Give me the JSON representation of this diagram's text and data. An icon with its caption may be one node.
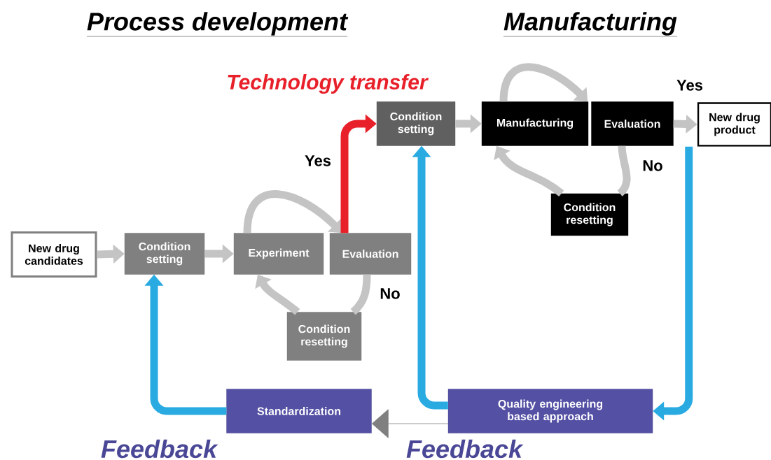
{
  "diagram": {
    "nodes": [
      {
        "text": [
          "New drug candidates"
        ]
      },
      {
        "text": [
          "Condition setting"
        ]
      },
      {
        "text": [
          "Experiment"
        ]
      },
      {
        "text": [
          "Evaluation"
        ]
      },
      {
        "text": [
          "Condition resetting"
        ]
      },
      {
        "text": [
          "Condition setting"
        ]
      },
      {
        "text": [
          "Manufacturing"
        ]
      },
      {
        "text": [
          "Evaluation"
        ]
      },
      {
        "text": [
          "New drug product"
        ]
      },
      {
        "text": [
          "Condition resetting"
        ]
      },
      {
        "text": [
          "Standardization"
        ]
      },
      {
        "text": [
          "Quality engineering based approach"
        ]
      }
    ],
    "edges": [
      {
        "from": 0,
        "to": 1,
        "arrow": "to"
      },
      {
        "from": 1,
        "to": 2,
        "arrow": "to"
      },
      {
        "from": 2,
        "to": 3,
        "arrow": "to"
      },
      {
        "from": 3,
        "to": 4,
        "arrow": "none",
        "label": "No"
      },
      {
        "from": 4,
        "to": 2,
        "arrow": "to"
      },
      {
        "from": 3,
        "to": 5,
        "arrow": "to",
        "label": "Yes",
        "color": "#e8202a"
      },
      {
        "from": 5,
        "to": 6,
        "arrow": "to"
      },
      {
        "from": 6,
        "to": 7,
        "arrow": "to"
      },
      {
        "from": 7,
        "to": 9,
        "arrow": "none",
        "label": "No"
      },
      {
        "from": 9,
        "to": 6,
        "arrow": "to"
      },
      {
        "from": 7,
        "to": 8,
        "arrow": "to",
        "label": "Yes"
      },
      {
        "from": 8,
        "to": 11,
        "arrow": "to",
        "color": "#29abe2"
      },
      {
        "from": 11,
        "to": 5,
        "arrow": "to",
        "color": "#29abe2"
      },
      {
        "from": 11,
        "to": 10,
        "arrow": "to",
        "color": "#808080"
      },
      {
        "from": 10,
        "to": 1,
        "arrow": "to",
        "color": "#29abe2"
      }
    ],
    "labels": [
      "Process development",
      "Manufacturing",
      "Technology transfer",
      "Feedback",
      "Feedback"
    ]
  }
}
